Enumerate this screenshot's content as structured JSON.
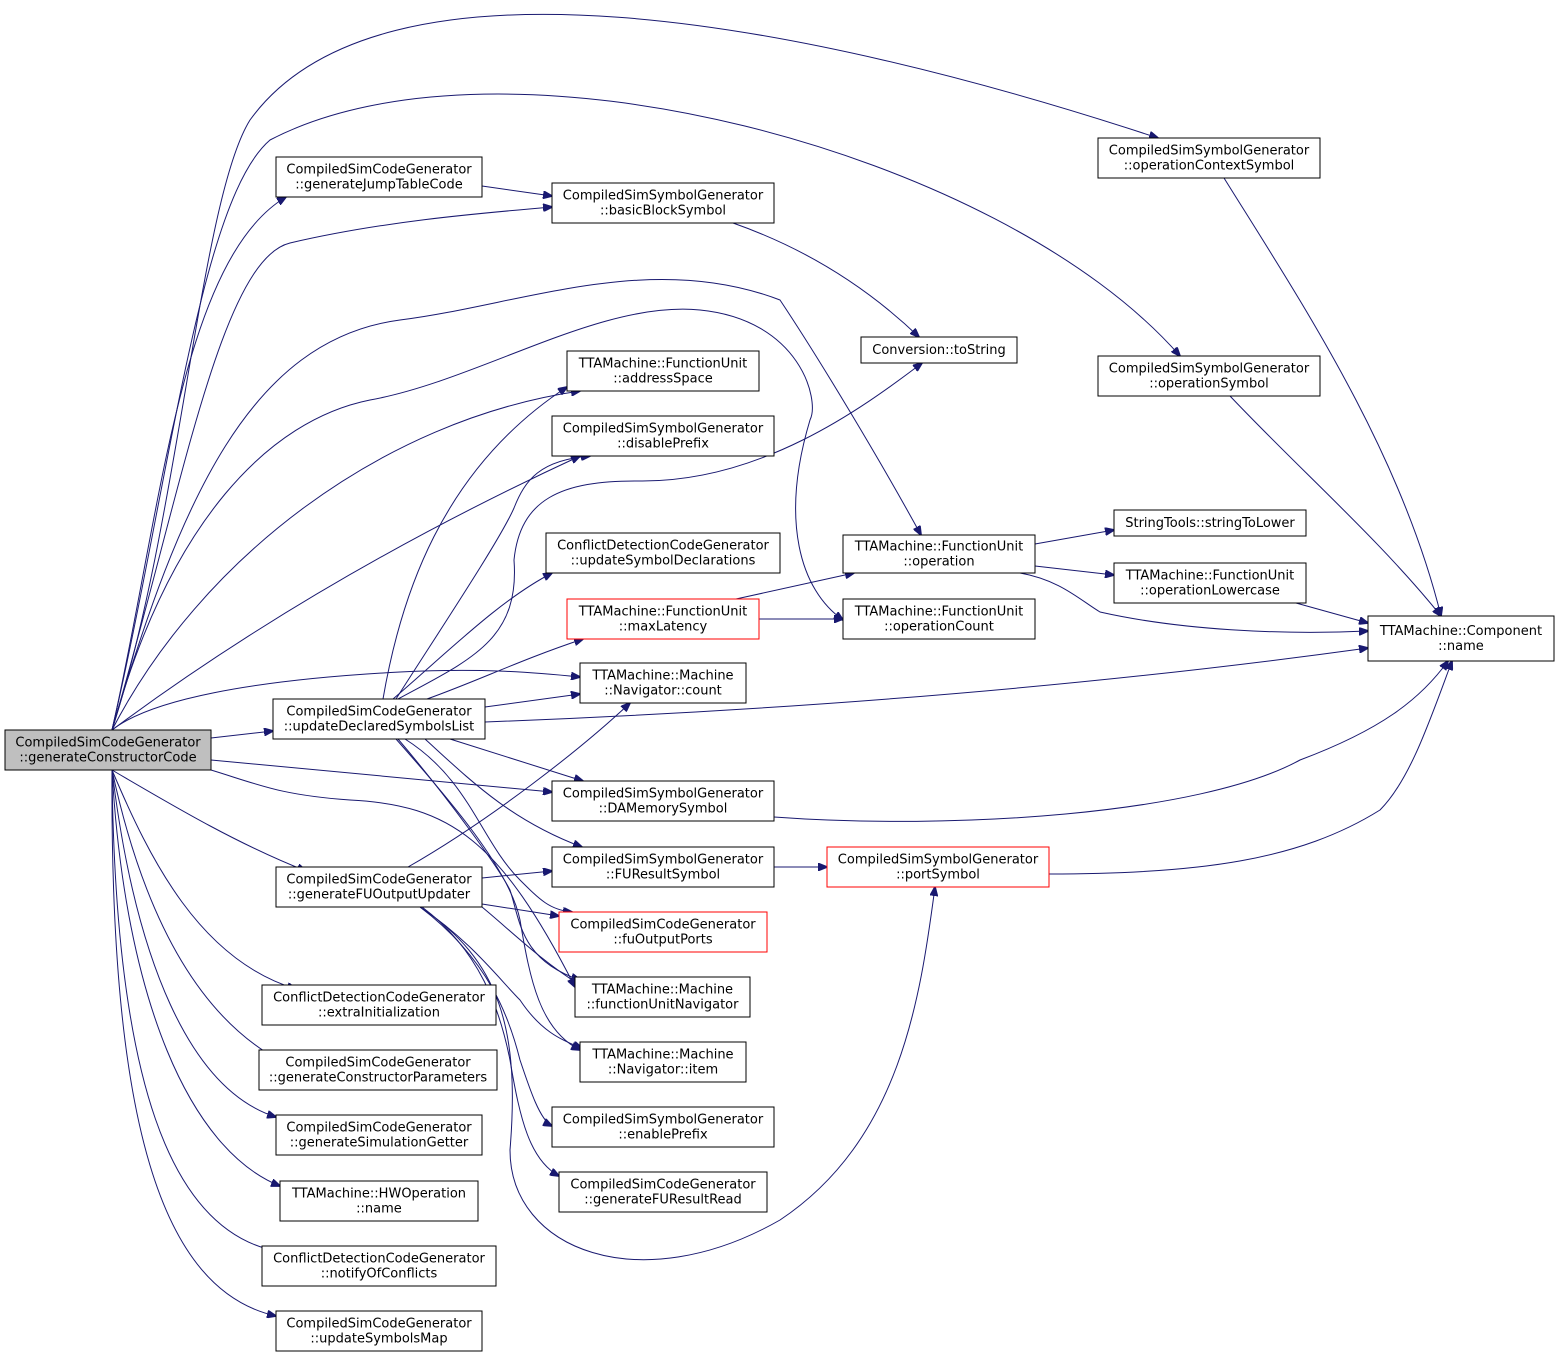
{
  "colors": {
    "edge": "#191970",
    "node_border": "#000000",
    "node_border_red": "#ff0000",
    "node_fill": "#ffffff",
    "root_fill": "#bfbfbf"
  },
  "nodes": [
    {
      "id": "root",
      "name": "node-generate-constructor-code",
      "lines": [
        "CompiledSimCodeGenerator",
        "::generateConstructorCode"
      ],
      "root": true
    },
    {
      "id": "jump",
      "name": "node-generate-jump-table-code",
      "lines": [
        "CompiledSimCodeGenerator",
        "::generateJumpTableCode"
      ]
    },
    {
      "id": "bbs",
      "name": "node-basic-block-symbol",
      "lines": [
        "CompiledSimSymbolGenerator",
        "::basicBlockSymbol"
      ]
    },
    {
      "id": "ocs",
      "name": "node-operation-context-symbol",
      "lines": [
        "CompiledSimSymbolGenerator",
        "::operationContextSymbol"
      ]
    },
    {
      "id": "conv",
      "name": "node-conversion-to-string",
      "lines": [
        "Conversion::toString"
      ]
    },
    {
      "id": "os",
      "name": "node-operation-symbol",
      "lines": [
        "CompiledSimSymbolGenerator",
        "::operationSymbol"
      ]
    },
    {
      "id": "as",
      "name": "node-address-space",
      "lines": [
        "TTAMachine::FunctionUnit",
        "::addressSpace"
      ]
    },
    {
      "id": "dp",
      "name": "node-disable-prefix",
      "lines": [
        "CompiledSimSymbolGenerator",
        "::disablePrefix"
      ]
    },
    {
      "id": "usd",
      "name": "node-update-symbol-declarations",
      "lines": [
        "ConflictDetectionCodeGenerator",
        "::updateSymbolDeclarations"
      ]
    },
    {
      "id": "op",
      "name": "node-fu-operation",
      "lines": [
        "TTAMachine::FunctionUnit",
        "::operation"
      ]
    },
    {
      "id": "stl",
      "name": "node-string-to-lower",
      "lines": [
        "StringTools::stringToLower"
      ]
    },
    {
      "id": "olc",
      "name": "node-operation-lowercase",
      "lines": [
        "TTAMachine::FunctionUnit",
        "::operationLowercase"
      ]
    },
    {
      "id": "ml",
      "name": "node-max-latency",
      "lines": [
        "TTAMachine::FunctionUnit",
        "::maxLatency"
      ],
      "red": true
    },
    {
      "id": "oc",
      "name": "node-operation-count",
      "lines": [
        "TTAMachine::FunctionUnit",
        "::operationCount"
      ]
    },
    {
      "id": "cn",
      "name": "node-component-name",
      "lines": [
        "TTAMachine::Component",
        "::name"
      ]
    },
    {
      "id": "cnt",
      "name": "node-navigator-count",
      "lines": [
        "TTAMachine::Machine",
        "::Navigator::count"
      ]
    },
    {
      "id": "udsl",
      "name": "node-update-declared-symbols-list",
      "lines": [
        "CompiledSimCodeGenerator",
        "::updateDeclaredSymbolsList"
      ]
    },
    {
      "id": "dam",
      "name": "node-da-memory-symbol",
      "lines": [
        "CompiledSimSymbolGenerator",
        "::DAMemorySymbol"
      ]
    },
    {
      "id": "fus",
      "name": "node-fu-result-symbol",
      "lines": [
        "CompiledSimSymbolGenerator",
        "::FUResultSymbol"
      ]
    },
    {
      "id": "ps",
      "name": "node-port-symbol",
      "lines": [
        "CompiledSimSymbolGenerator",
        "::portSymbol"
      ],
      "red": true
    },
    {
      "id": "gfo",
      "name": "node-generate-fu-output-updater",
      "lines": [
        "CompiledSimCodeGenerator",
        "::generateFUOutputUpdater"
      ]
    },
    {
      "id": "fop",
      "name": "node-fu-output-ports",
      "lines": [
        "CompiledSimCodeGenerator",
        "::fuOutputPorts"
      ],
      "red": true
    },
    {
      "id": "fun",
      "name": "node-function-unit-navigator",
      "lines": [
        "TTAMachine::Machine",
        "::functionUnitNavigator"
      ]
    },
    {
      "id": "ei",
      "name": "node-extra-initialization",
      "lines": [
        "ConflictDetectionCodeGenerator",
        "::extraInitialization"
      ]
    },
    {
      "id": "gcp",
      "name": "node-generate-constructor-parameters",
      "lines": [
        "CompiledSimCodeGenerator",
        "::generateConstructorParameters"
      ]
    },
    {
      "id": "item",
      "name": "node-navigator-item",
      "lines": [
        "TTAMachine::Machine",
        "::Navigator::item"
      ]
    },
    {
      "id": "gsg",
      "name": "node-generate-simulation-getter",
      "lines": [
        "CompiledSimCodeGenerator",
        "::generateSimulationGetter"
      ]
    },
    {
      "id": "ep",
      "name": "node-enable-prefix",
      "lines": [
        "CompiledSimSymbolGenerator",
        "::enablePrefix"
      ]
    },
    {
      "id": "gfr",
      "name": "node-generate-fu-result-read",
      "lines": [
        "CompiledSimCodeGenerator",
        "::generateFUResultRead"
      ]
    },
    {
      "id": "hwn",
      "name": "node-hw-operation-name",
      "lines": [
        "TTAMachine::HWOperation",
        "::name"
      ]
    },
    {
      "id": "noc",
      "name": "node-notify-of-conflicts",
      "lines": [
        "ConflictDetectionCodeGenerator",
        "::notifyOfConflicts"
      ]
    },
    {
      "id": "usm",
      "name": "node-update-symbols-map",
      "lines": [
        "CompiledSimCodeGenerator",
        "::updateSymbolsMap"
      ]
    }
  ],
  "edges": [
    [
      "root",
      "ocs"
    ],
    [
      "root",
      "jump"
    ],
    [
      "root",
      "bbs"
    ],
    [
      "root",
      "os"
    ],
    [
      "root",
      "op"
    ],
    [
      "root",
      "oc"
    ],
    [
      "root",
      "as"
    ],
    [
      "root",
      "dp"
    ],
    [
      "root",
      "cnt"
    ],
    [
      "root",
      "udsl"
    ],
    [
      "root",
      "dam"
    ],
    [
      "root",
      "fun"
    ],
    [
      "root",
      "gfo"
    ],
    [
      "root",
      "ei"
    ],
    [
      "root",
      "gcp"
    ],
    [
      "root",
      "gsg"
    ],
    [
      "root",
      "hwn"
    ],
    [
      "root",
      "noc"
    ],
    [
      "root",
      "usm"
    ],
    [
      "jump",
      "bbs"
    ],
    [
      "bbs",
      "conv"
    ],
    [
      "ocs",
      "cn"
    ],
    [
      "os",
      "cn"
    ],
    [
      "op",
      "stl"
    ],
    [
      "op",
      "olc"
    ],
    [
      "op",
      "cn"
    ],
    [
      "olc",
      "cn"
    ],
    [
      "ml",
      "op"
    ],
    [
      "ml",
      "oc"
    ],
    [
      "udsl",
      "as"
    ],
    [
      "udsl",
      "dp"
    ],
    [
      "udsl",
      "conv"
    ],
    [
      "udsl",
      "usd"
    ],
    [
      "udsl",
      "ml"
    ],
    [
      "udsl",
      "cnt"
    ],
    [
      "udsl",
      "cn"
    ],
    [
      "udsl",
      "dam"
    ],
    [
      "udsl",
      "fus"
    ],
    [
      "udsl",
      "fop"
    ],
    [
      "udsl",
      "fun"
    ],
    [
      "udsl",
      "item"
    ],
    [
      "dam",
      "cn"
    ],
    [
      "fus",
      "ps"
    ],
    [
      "ps",
      "cn"
    ],
    [
      "gfo",
      "cnt"
    ],
    [
      "gfo",
      "fus"
    ],
    [
      "gfo",
      "fop"
    ],
    [
      "gfo",
      "fun"
    ],
    [
      "gfo",
      "item"
    ],
    [
      "gfo",
      "ep"
    ],
    [
      "gfo",
      "gfr"
    ],
    [
      "gfo",
      "ps"
    ]
  ]
}
